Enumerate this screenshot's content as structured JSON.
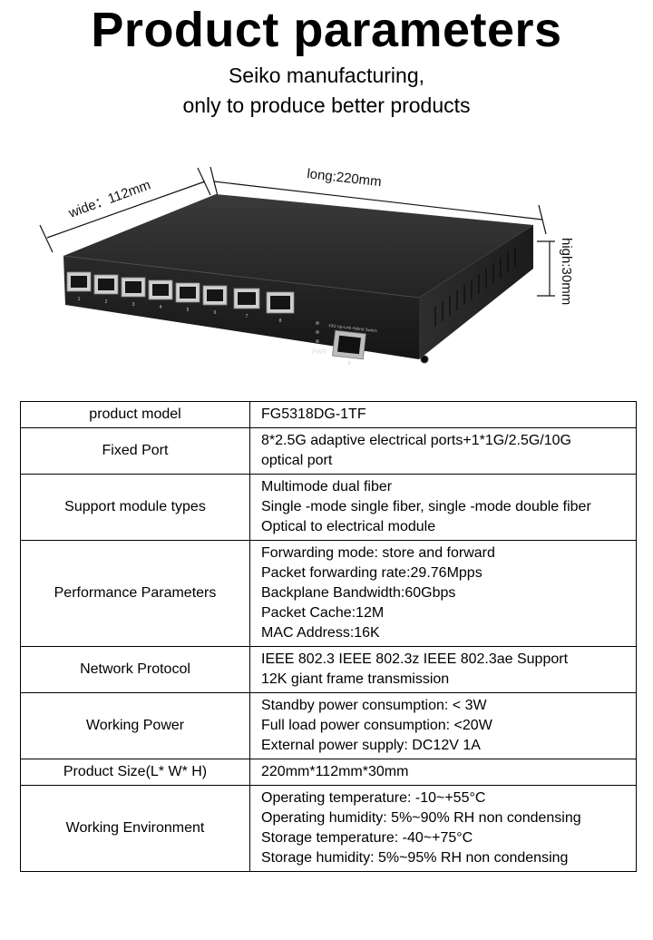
{
  "header": {
    "title": "Product parameters",
    "subtitle_line1": "Seiko manufacturing,",
    "subtitle_line2": "only to produce better products"
  },
  "figure": {
    "wide_label": "wide：112mm",
    "long_label": "long:220mm",
    "high_label": "high:30mm",
    "pwr_label": "PWR",
    "panel_text": "10G Up-Link Hybrid Switch",
    "port_numbers": [
      "1",
      "2",
      "3",
      "4",
      "5",
      "6",
      "7",
      "8"
    ],
    "sfp_number": "9"
  },
  "params": [
    {
      "label": "product model",
      "lines": [
        "FG5318DG-1TF"
      ]
    },
    {
      "label": "Fixed Port",
      "lines": [
        "8*2.5G adaptive electrical ports+1*1G/2.5G/10G",
        "optical port"
      ]
    },
    {
      "label": "Support module types",
      "lines": [
        "Multimode dual fiber",
        "Single -mode single fiber, single -mode double fiber",
        "Optical to electrical module"
      ]
    },
    {
      "label": "Performance Parameters",
      "lines": [
        "Forwarding mode: store and forward",
        "Packet forwarding rate:29.76Mpps",
        "Backplane Bandwidth:60Gbps",
        "Packet Cache:12M",
        "MAC Address:16K"
      ]
    },
    {
      "label": "Network Protocol",
      "lines": [
        "IEEE 802.3  IEEE 802.3z IEEE 802.3ae  Support",
        "12K giant frame transmission"
      ]
    },
    {
      "label": "Working Power",
      "lines": [
        "Standby power consumption: < 3W",
        "Full load power consumption: <20W",
        "External power supply: DC12V 1A"
      ]
    },
    {
      "label": "Product Size(L* W* H)",
      "lines": [
        "220mm*112mm*30mm"
      ]
    },
    {
      "label": "Working Environment",
      "lines": [
        "Operating temperature: -10~+55°C",
        "Operating humidity: 5%~90% RH non condensing",
        "Storage temperature: -40~+75°C",
        "Storage humidity: 5%~95% RH non condensing"
      ]
    }
  ],
  "colors": {
    "device_top": "#2b2b2b",
    "device_front": "#1f1f1f",
    "port_metal": "#c9c9c9"
  }
}
